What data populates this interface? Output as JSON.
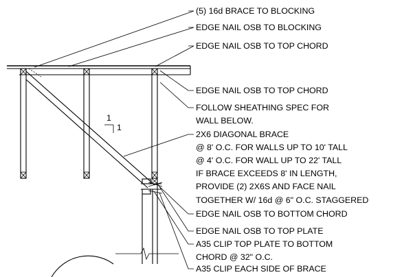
{
  "callouts": [
    "(5) 16d BRACE TO BLOCKING",
    "EDGE NAIL OSB TO BLOCKING",
    "EDGE NAIL OSB TO TOP CHORD",
    "EDGE NAIL OSB TO TOP CHORD",
    "FOLLOW SHEATHING SPEC FOR",
    "WALL BELOW.",
    "2X6 DIAGONAL BRACE",
    "@ 8' O.C. FOR WALLS UP TO 10' TALL",
    "@ 4' O.C. FOR WALL UP TO 22' TALL",
    "IF BRACE EXCEEDS 8' IN LENGTH,",
    "PROVIDE (2) 2X6S AND FACE NAIL",
    "TOGETHER W/ 16d @ 6\" O.C. STAGGERED",
    "EDGE NAIL OSB TO BOTTOM CHORD",
    "EDGE NAIL OSB TO TOP PLATE",
    "A35 CLIP TOP PLATE TO BOTTOM",
    "CHORD @ 32\" O.C.",
    "A35 CLIP EACH SIDE OF BRACE"
  ],
  "slope": {
    "rise": "1",
    "run": "1"
  }
}
